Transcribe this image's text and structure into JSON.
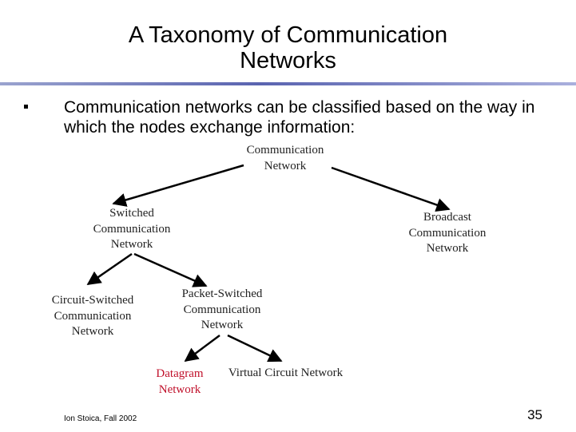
{
  "slide": {
    "title": "A Taxonomy of Communication\nNetworks",
    "bullet": "Communication networks can be classified based on the way in which the nodes exchange information:",
    "footer": "Ion Stoica, Fall 2002",
    "page_number": "35"
  },
  "taxonomy": {
    "root": "Communication\nNetwork",
    "switched": "Switched\nCommunication\nNetwork",
    "broadcast": "Broadcast\nCommunication\nNetwork",
    "circuit": "Circuit-Switched\nCommunication\nNetwork",
    "packet": "Packet-Switched\nCommunication\nNetwork",
    "datagram": "Datagram\nNetwork",
    "virtual_circuit": "Virtual Circuit Network",
    "highlight_color": "#c0102a"
  }
}
